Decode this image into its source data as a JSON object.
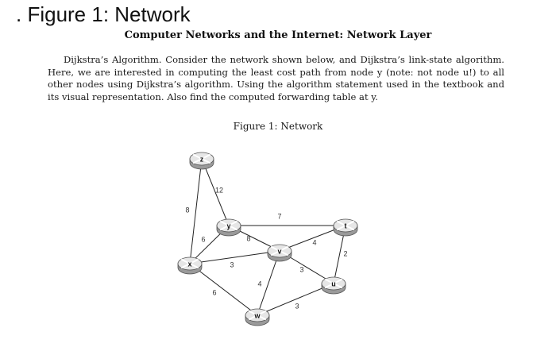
{
  "heading": ". Figure 1: Network",
  "subtitle": "Computer Networks and the Internet: Network Layer",
  "problem_text": "Dijkstra’s Algorithm. Consider the network shown below, and Dijkstra’s link-state algorithm. Here, we are interested in computing the least cost path from node y (note: not node u!) to all other nodes using Dijkstra’s algorithm. Using the algorithm statement used in the textbook and its visual representation. Also find the computed forwarding table at y.",
  "figure_caption": "Figure 1: Network",
  "network": {
    "nodes": [
      {
        "id": "z",
        "label": "z"
      },
      {
        "id": "y",
        "label": "y"
      },
      {
        "id": "x",
        "label": "x"
      },
      {
        "id": "v",
        "label": "v"
      },
      {
        "id": "t",
        "label": "t"
      },
      {
        "id": "u",
        "label": "u"
      },
      {
        "id": "w",
        "label": "w"
      }
    ],
    "edges": [
      {
        "from": "z",
        "to": "y",
        "weight": "12"
      },
      {
        "from": "z",
        "to": "x",
        "weight": "8"
      },
      {
        "from": "y",
        "to": "t",
        "weight": "7"
      },
      {
        "from": "y",
        "to": "x",
        "weight": "6"
      },
      {
        "from": "y",
        "to": "v",
        "weight": "8"
      },
      {
        "from": "x",
        "to": "v",
        "weight": "3"
      },
      {
        "from": "x",
        "to": "w",
        "weight": "6"
      },
      {
        "from": "v",
        "to": "t",
        "weight": "4"
      },
      {
        "from": "v",
        "to": "u",
        "weight": "3"
      },
      {
        "from": "v",
        "to": "w",
        "weight": "4"
      },
      {
        "from": "t",
        "to": "u",
        "weight": "2"
      },
      {
        "from": "w",
        "to": "u",
        "weight": "3"
      }
    ]
  },
  "colors": {
    "router_top": "#e6e6e6",
    "router_side": "#9a9a9a",
    "router_outline": "#555555",
    "router_arrows": "#ffffff"
  }
}
